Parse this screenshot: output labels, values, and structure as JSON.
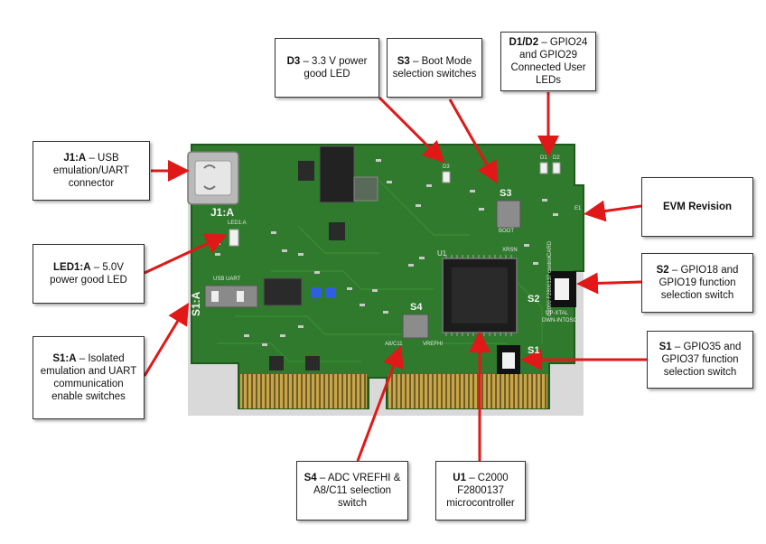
{
  "callouts": {
    "d3": {
      "bold": "D3",
      "text": " – 3.3 V power good LED"
    },
    "s3": {
      "bold": "S3",
      "text": " – Boot Mode selection switches"
    },
    "d1d2": {
      "bold": "D1/D2",
      "text": " – GPIO24 and GPIO29 Connected User LEDs"
    },
    "j1a": {
      "bold": "J1:A",
      "text": " – USB emulation/UART connector"
    },
    "evm": {
      "bold": "EVM Revision",
      "text": ""
    },
    "led1a": {
      "bold": "LED1:A",
      "text": " – 5.0V power good LED"
    },
    "s2": {
      "bold": "S2",
      "text": " – GPIO18 and GPIO19 function selection switch"
    },
    "s1a": {
      "bold": "S1:A",
      "text": " – Isolated emulation and UART communication enable switches"
    },
    "s1": {
      "bold": "S1",
      "text": " – GPIO35 and GPIO37 function selection switch"
    },
    "s4": {
      "bold": "S4",
      "text": " – ADC VREFHI & A8/C11 selection switch"
    },
    "u1": {
      "bold": "U1",
      "text": " – C2000 F2800137 microcontroller"
    }
  },
  "board_labels": {
    "j1a": "J1:A",
    "s1a": "S1:A",
    "s3": "S3",
    "s4": "S4",
    "s2": "S2",
    "s1": "S1",
    "u1": "U1",
    "usb_uart": "USB UART",
    "led1a": "LED1:A",
    "boot0": "BOOT",
    "xrsn": "XRSN",
    "vrefhi": "VREFHI",
    "a8c11": "A8/C11",
    "controlcard": "C2000 F2800137 controlCARD",
    "upxtal": "UP-XTAL",
    "dwnintosc": "DWN-INTOSC",
    "d1": "D1",
    "d2": "D2",
    "d3": "D3",
    "e1": "E1"
  },
  "colors": {
    "board": "#2f7a2c",
    "board_dark": "#1f5a1e",
    "arrow": "#e01818",
    "gold": "#c8a548"
  }
}
